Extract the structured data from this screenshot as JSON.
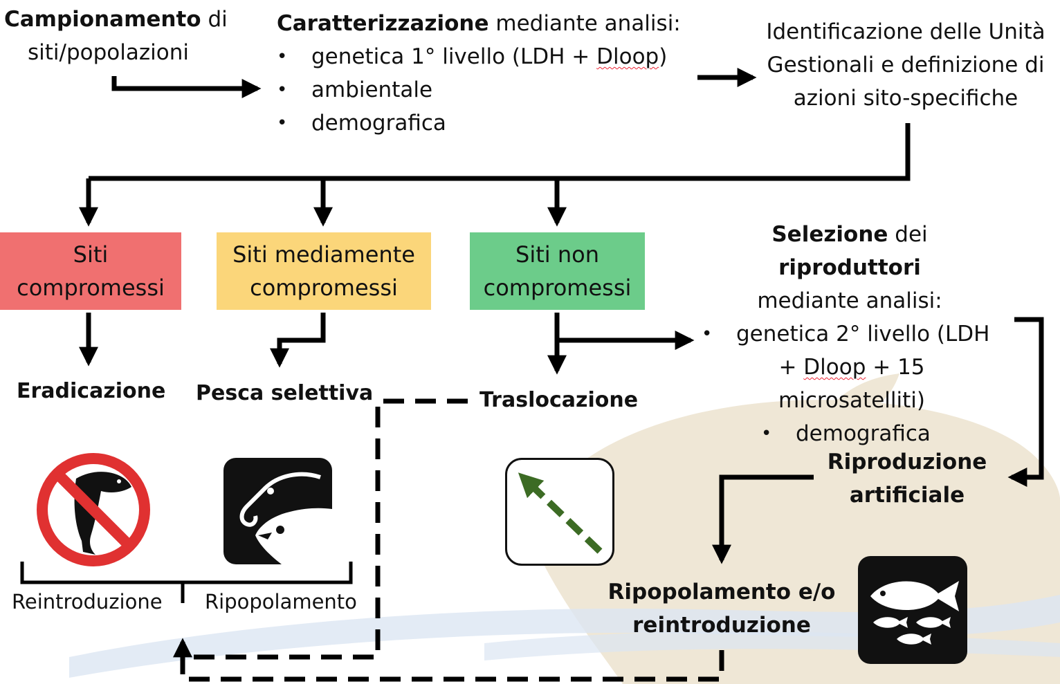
{
  "colors": {
    "red_box": "#f07070",
    "yellow_box": "#fbd67a",
    "green_box": "#6ccc8a",
    "arrow": "#000000",
    "dashed_green": "#3c6b24",
    "watermark": "#efe7d6",
    "water": "#dce6f2"
  },
  "top": {
    "sampling": {
      "bold": "Campionamento",
      "rest": " di",
      "line2": "siti/popolazioni"
    },
    "characterization": {
      "bold": "Caratterizzazione",
      "rest": " mediante analisi:",
      "items": {
        "g1_pre": "genetica 1° livello (LDH + ",
        "g1_sq": "Dloop",
        "g1_post": ")",
        "amb": "ambientale",
        "dem": "demografica"
      }
    },
    "identification": {
      "line1": "Identificazione delle Unità",
      "line2": "Gestionali e definizione di",
      "line3": "azioni sito-specifiche"
    }
  },
  "boxes": {
    "red": {
      "line1": "Siti",
      "line2": "compromessi"
    },
    "yellow": {
      "line1": "Siti mediamente",
      "line2": "compromessi"
    },
    "green": {
      "line1": "Siti non",
      "line2": "compromessi"
    }
  },
  "outcomes": {
    "eradication": "Eradicazione",
    "selective_fishing": "Pesca selettiva",
    "translocation": "Traslocazione"
  },
  "selection": {
    "bold1": "Selezione",
    "mid": " dei ",
    "bold2": "riproduttori",
    "line2": "mediante analisi:",
    "g2_line1": "genetica 2° livello (LDH",
    "g2_line2_pre": "+ ",
    "g2_line2_sq": "Dloop",
    "g2_line2_post": " + 15",
    "g2_line3": "microsatelliti)",
    "dem": "demografica"
  },
  "artificial": {
    "line1": "Riproduzione",
    "line2": "artificiale"
  },
  "restocking": {
    "line1": "Ripopolamento e/o",
    "line2": "reintroduzione"
  },
  "bracket": {
    "left": "Reintroduzione",
    "right": "Ripopolamento"
  },
  "icons": {
    "no_fish": "no-fish-icon",
    "fishing_hook": "fishing-hook-icon",
    "translocation_arrow": "translocation-arrow-icon",
    "fish_school": "fish-school-icon"
  }
}
